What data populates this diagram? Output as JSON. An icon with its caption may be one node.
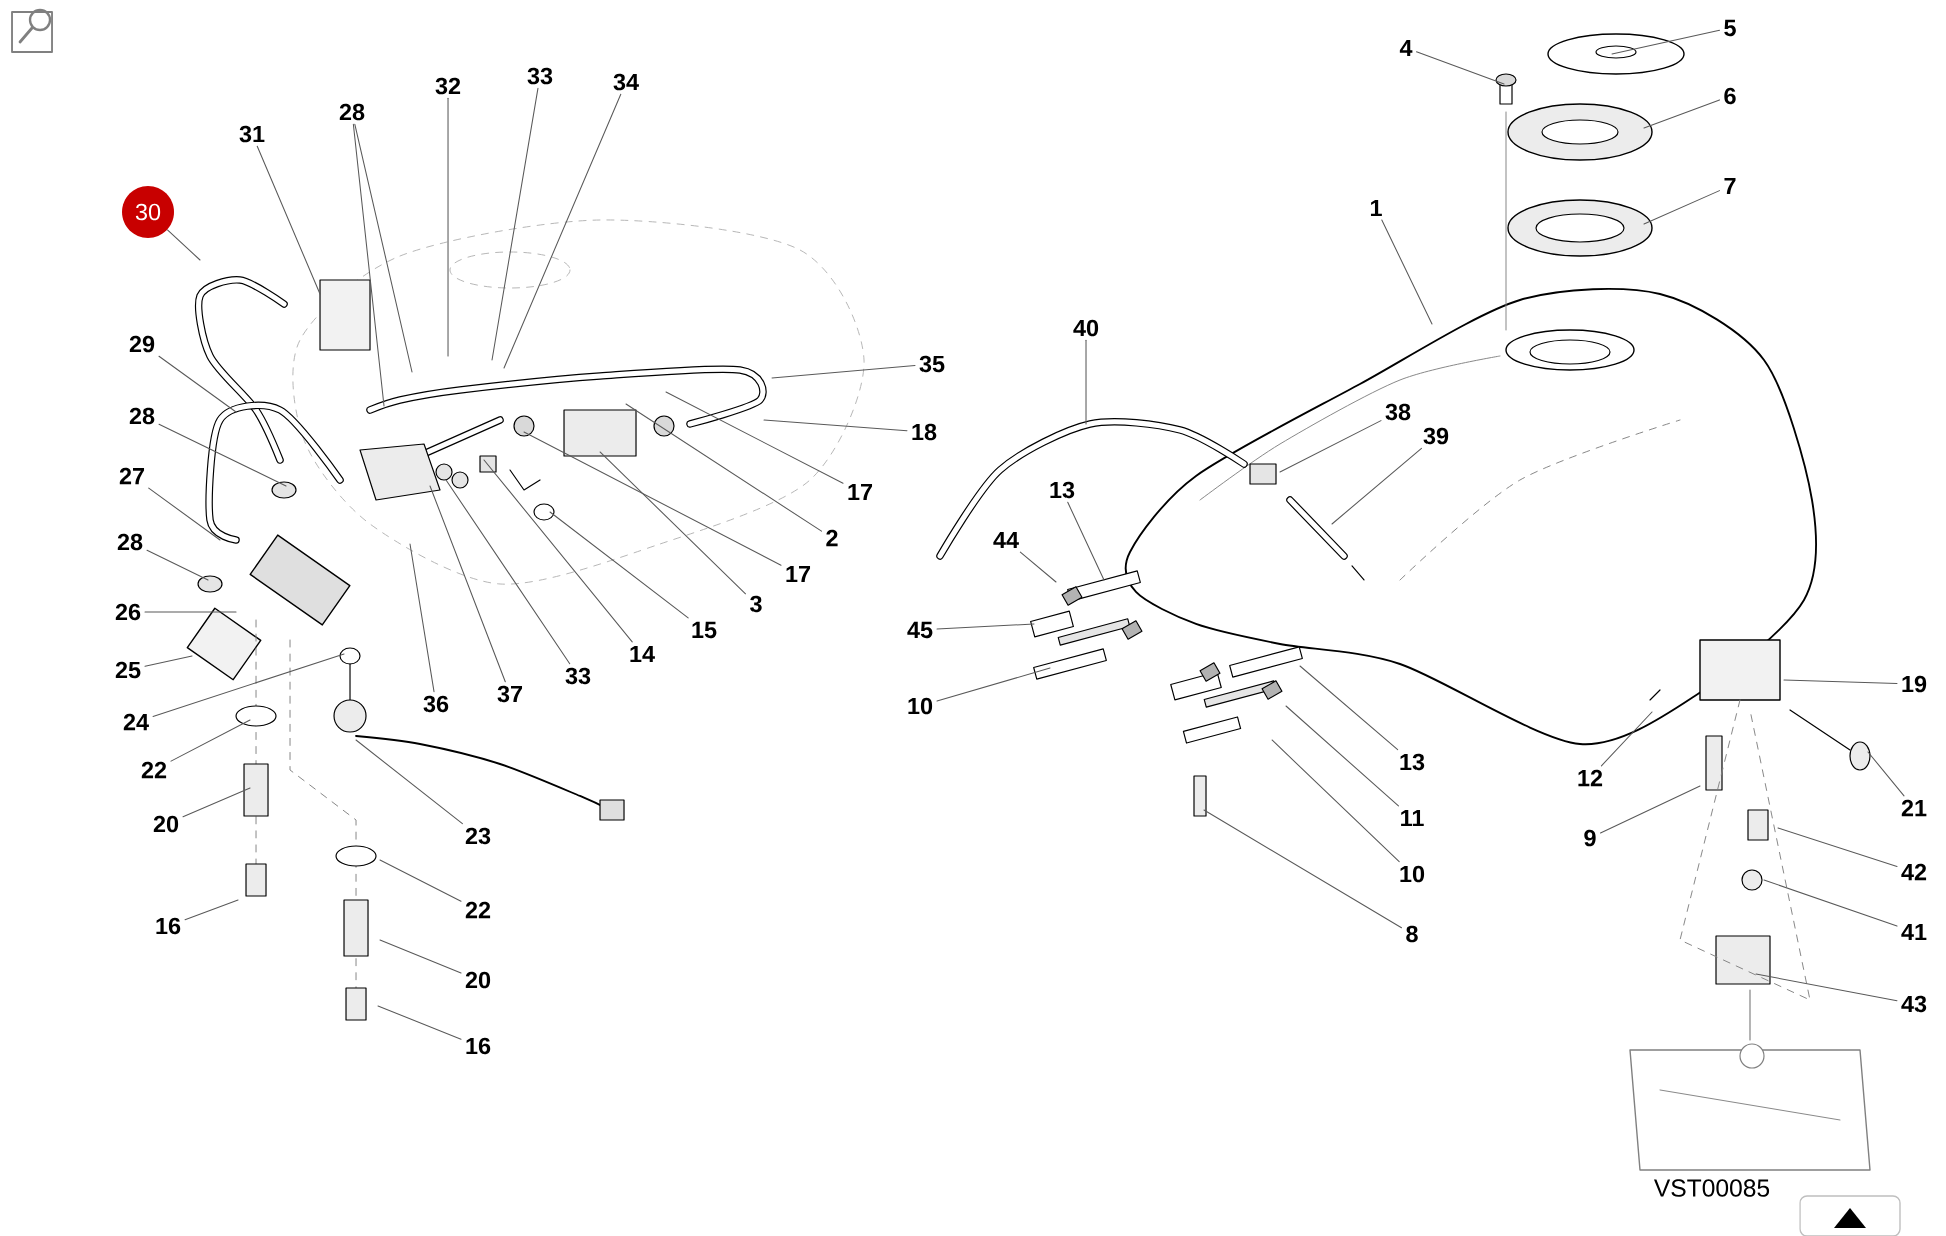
{
  "diagram": {
    "nodes": [
      {
        "text": [
          "30"
        ]
      },
      {
        "text": [
          "31"
        ]
      },
      {
        "text": [
          "28"
        ]
      },
      {
        "text": [
          "32"
        ]
      },
      {
        "text": [
          "33"
        ]
      },
      {
        "text": [
          "34"
        ]
      },
      {
        "text": [
          "29"
        ]
      },
      {
        "text": [
          "28"
        ]
      },
      {
        "text": [
          "27"
        ]
      },
      {
        "text": [
          "28"
        ]
      },
      {
        "text": [
          "26"
        ]
      },
      {
        "text": [
          "25"
        ]
      },
      {
        "text": [
          "24"
        ]
      },
      {
        "text": [
          "22"
        ]
      },
      {
        "text": [
          "20"
        ]
      },
      {
        "text": [
          "16"
        ]
      },
      {
        "text": [
          "36"
        ]
      },
      {
        "text": [
          "37"
        ]
      },
      {
        "text": [
          "33"
        ]
      },
      {
        "text": [
          "14"
        ]
      },
      {
        "text": [
          "15"
        ]
      },
      {
        "text": [
          "3"
        ]
      },
      {
        "text": [
          "17"
        ]
      },
      {
        "text": [
          "2"
        ]
      },
      {
        "text": [
          "17"
        ]
      },
      {
        "text": [
          "35"
        ]
      },
      {
        "text": [
          "18"
        ]
      },
      {
        "text": [
          "23"
        ]
      },
      {
        "text": [
          "22"
        ]
      },
      {
        "text": [
          "20"
        ]
      },
      {
        "text": [
          "16"
        ]
      },
      {
        "text": [
          "40"
        ]
      },
      {
        "text": [
          "1"
        ]
      },
      {
        "text": [
          "4"
        ]
      },
      {
        "text": [
          "5"
        ]
      },
      {
        "text": [
          "6"
        ]
      },
      {
        "text": [
          "7"
        ]
      },
      {
        "text": [
          "38"
        ]
      },
      {
        "text": [
          "39"
        ]
      },
      {
        "text": [
          "13"
        ]
      },
      {
        "text": [
          "44"
        ]
      },
      {
        "text": [
          "45"
        ]
      },
      {
        "text": [
          "10"
        ]
      },
      {
        "text": [
          "13"
        ]
      },
      {
        "text": [
          "11"
        ]
      },
      {
        "text": [
          "10"
        ]
      },
      {
        "text": [
          "8"
        ]
      },
      {
        "text": [
          "19"
        ]
      },
      {
        "text": [
          "12"
        ]
      },
      {
        "text": [
          "21"
        ]
      },
      {
        "text": [
          "9"
        ]
      },
      {
        "text": [
          "42"
        ]
      },
      {
        "text": [
          "41"
        ]
      },
      {
        "text": [
          "43"
        ]
      }
    ],
    "edges": [
      {
        "from": 0,
        "to": null,
        "arrow": "none"
      },
      {
        "from": 1,
        "to": null,
        "arrow": "none"
      },
      {
        "from": 2,
        "to": null,
        "arrow": "none"
      },
      {
        "from": 2,
        "to": null,
        "arrow": "none"
      },
      {
        "from": 3,
        "to": null,
        "arrow": "none"
      },
      {
        "from": 4,
        "to": null,
        "arrow": "none"
      },
      {
        "from": 5,
        "to": null,
        "arrow": "none"
      },
      {
        "from": 6,
        "to": null,
        "arrow": "none"
      },
      {
        "from": 7,
        "to": null,
        "arrow": "none"
      },
      {
        "from": 8,
        "to": null,
        "arrow": "none"
      },
      {
        "from": 9,
        "to": null,
        "arrow": "none"
      },
      {
        "from": 10,
        "to": null,
        "arrow": "none"
      },
      {
        "from": 11,
        "to": null,
        "arrow": "none"
      },
      {
        "from": 12,
        "to": null,
        "arrow": "none"
      },
      {
        "from": 13,
        "to": null,
        "arrow": "none"
      },
      {
        "from": 14,
        "to": null,
        "arrow": "none"
      },
      {
        "from": 15,
        "to": null,
        "arrow": "none"
      },
      {
        "from": 16,
        "to": null,
        "arrow": "none"
      },
      {
        "from": 17,
        "to": null,
        "arrow": "none"
      },
      {
        "from": 18,
        "to": null,
        "arrow": "none"
      },
      {
        "from": 19,
        "to": null,
        "arrow": "none"
      },
      {
        "from": 20,
        "to": null,
        "arrow": "none"
      },
      {
        "from": 21,
        "to": null,
        "arrow": "none"
      },
      {
        "from": 22,
        "to": null,
        "arrow": "none"
      },
      {
        "from": 23,
        "to": null,
        "arrow": "none"
      },
      {
        "from": 24,
        "to": null,
        "arrow": "none"
      },
      {
        "from": 25,
        "to": null,
        "arrow": "none"
      },
      {
        "from": 26,
        "to": null,
        "arrow": "none"
      },
      {
        "from": 27,
        "to": null,
        "arrow": "none"
      },
      {
        "from": 28,
        "to": null,
        "arrow": "none"
      },
      {
        "from": 29,
        "to": null,
        "arrow": "none"
      },
      {
        "from": 30,
        "to": null,
        "arrow": "none"
      },
      {
        "from": 31,
        "to": null,
        "arrow": "none"
      },
      {
        "from": 32,
        "to": null,
        "arrow": "none"
      },
      {
        "from": 33,
        "to": null,
        "arrow": "none"
      },
      {
        "from": 34,
        "to": null,
        "arrow": "none"
      },
      {
        "from": 35,
        "to": null,
        "arrow": "none"
      },
      {
        "from": 36,
        "to": null,
        "arrow": "none"
      },
      {
        "from": 37,
        "to": null,
        "arrow": "none"
      },
      {
        "from": 38,
        "to": null,
        "arrow": "none"
      },
      {
        "from": 39,
        "to": null,
        "arrow": "none"
      },
      {
        "from": 40,
        "to": null,
        "arrow": "none"
      },
      {
        "from": 41,
        "to": null,
        "arrow": "none"
      },
      {
        "from": 42,
        "to": null,
        "arrow": "none"
      },
      {
        "from": 43,
        "to": null,
        "arrow": "none"
      },
      {
        "from": 44,
        "to": null,
        "arrow": "none"
      },
      {
        "from": 45,
        "to": null,
        "arrow": "none"
      },
      {
        "from": 46,
        "to": null,
        "arrow": "none"
      },
      {
        "from": 47,
        "to": null,
        "arrow": "none"
      },
      {
        "from": 48,
        "to": null,
        "arrow": "none"
      },
      {
        "from": 49,
        "to": null,
        "arrow": "none"
      },
      {
        "from": 50,
        "to": null,
        "arrow": "none"
      },
      {
        "from": 51,
        "to": null,
        "arrow": "none"
      },
      {
        "from": 52,
        "to": null,
        "arrow": "none"
      },
      {
        "from": 53,
        "to": null,
        "arrow": "none"
      }
    ],
    "labels": [
      "VST00085"
    ]
  }
}
